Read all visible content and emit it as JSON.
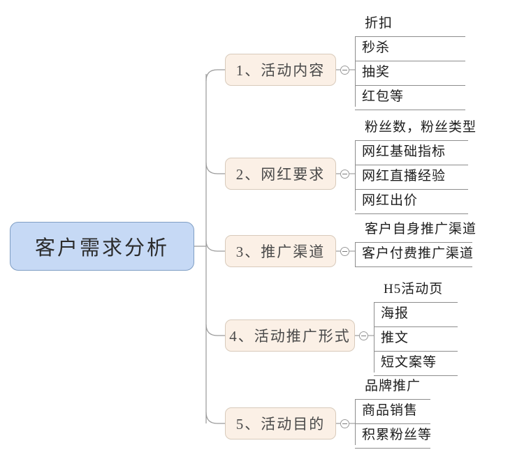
{
  "diagram": {
    "type": "mind-map",
    "title": "客户需求分析",
    "root": {
      "label": "客户需求分析",
      "fill": "#c6d9f5",
      "border": "#7f9ec4"
    },
    "branch_style": {
      "fill": "#fbf0e6",
      "border": "#d8cabb"
    },
    "connector_color": "#9a9a9a",
    "branches": [
      {
        "label": "1、活动内容",
        "toggle": "collapse-minus-icon",
        "leaves": [
          "折扣",
          "秒杀",
          "抽奖",
          "红包等"
        ]
      },
      {
        "label": "2、网红要求",
        "toggle": "collapse-minus-icon",
        "leaves": [
          "粉丝数，粉丝类型",
          "网红基础指标",
          "网红直播经验",
          "网红出价"
        ]
      },
      {
        "label": "3、推广渠道",
        "toggle": "collapse-minus-icon",
        "leaves": [
          "客户自身推广渠道",
          "客户付费推广渠道"
        ]
      },
      {
        "label": "4、活动推广形式",
        "toggle": "collapse-minus-icon",
        "leaves": [
          "H5活动页",
          "海报",
          "推文",
          "短文案等"
        ]
      },
      {
        "label": "5、活动目的",
        "toggle": "collapse-minus-icon",
        "leaves": [
          "品牌推广",
          "商品销售",
          "积累粉丝等"
        ]
      }
    ]
  }
}
